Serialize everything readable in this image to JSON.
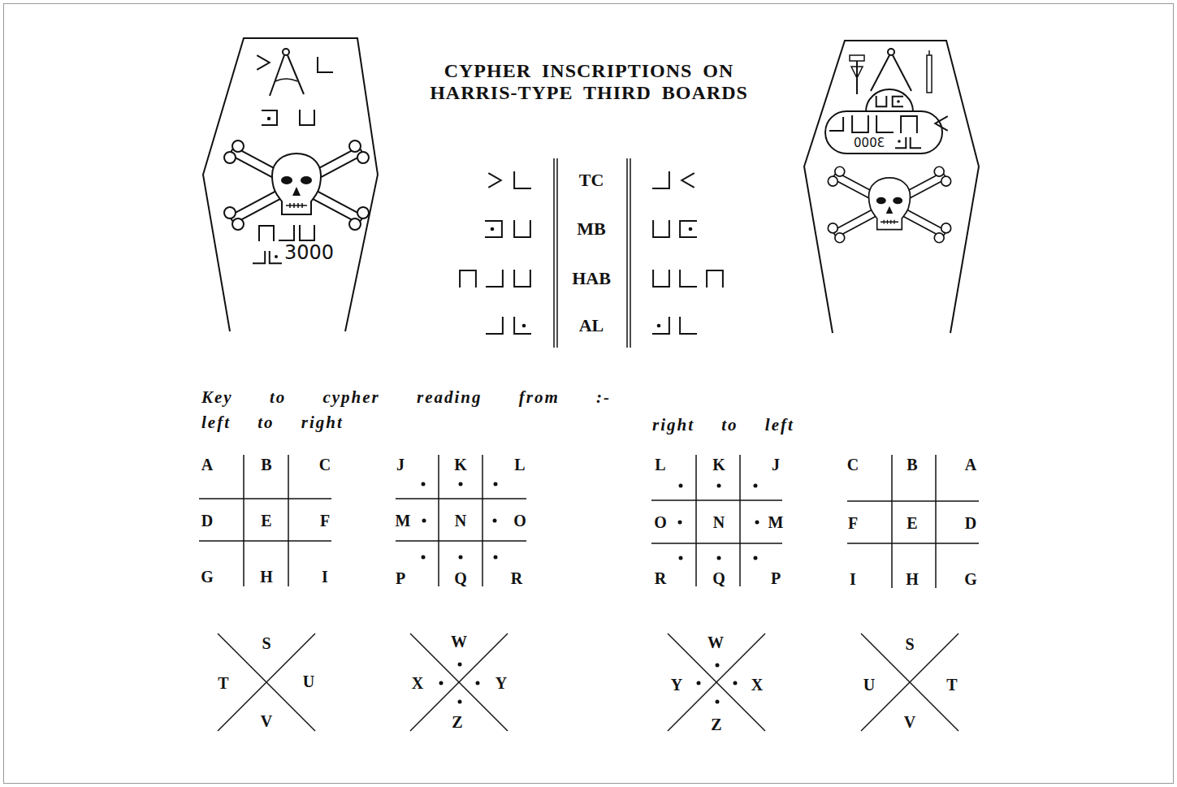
{
  "diagram": {
    "title": "CYPHER INSCRIPTIONS ON HARRIS-TYPE THIRD BOARDS",
    "nodes": [
      {
        "text": [
          "3000"
        ]
      },
      {
        "text": [
          "3000"
        ]
      }
    ],
    "labels": [
      "TC",
      "MB",
      "HAB",
      "AL",
      "Key to cypher reading from :-",
      "left to right",
      "right to left",
      "A",
      "B",
      "C",
      "D",
      "E",
      "F",
      "G",
      "H",
      "I",
      "J",
      "K",
      "L",
      "M",
      "N",
      "O",
      "P",
      "Q",
      "R",
      "L",
      "K",
      "J",
      "O",
      "N",
      "M",
      "R",
      "Q",
      "P",
      "C",
      "B",
      "A",
      "F",
      "E",
      "D",
      "I",
      "H",
      "G",
      "S",
      "T",
      "U",
      "V",
      "W",
      "X",
      "Y",
      "Z",
      "W",
      "Y",
      "X",
      "Z",
      "S",
      "U",
      "T",
      "V"
    ]
  }
}
